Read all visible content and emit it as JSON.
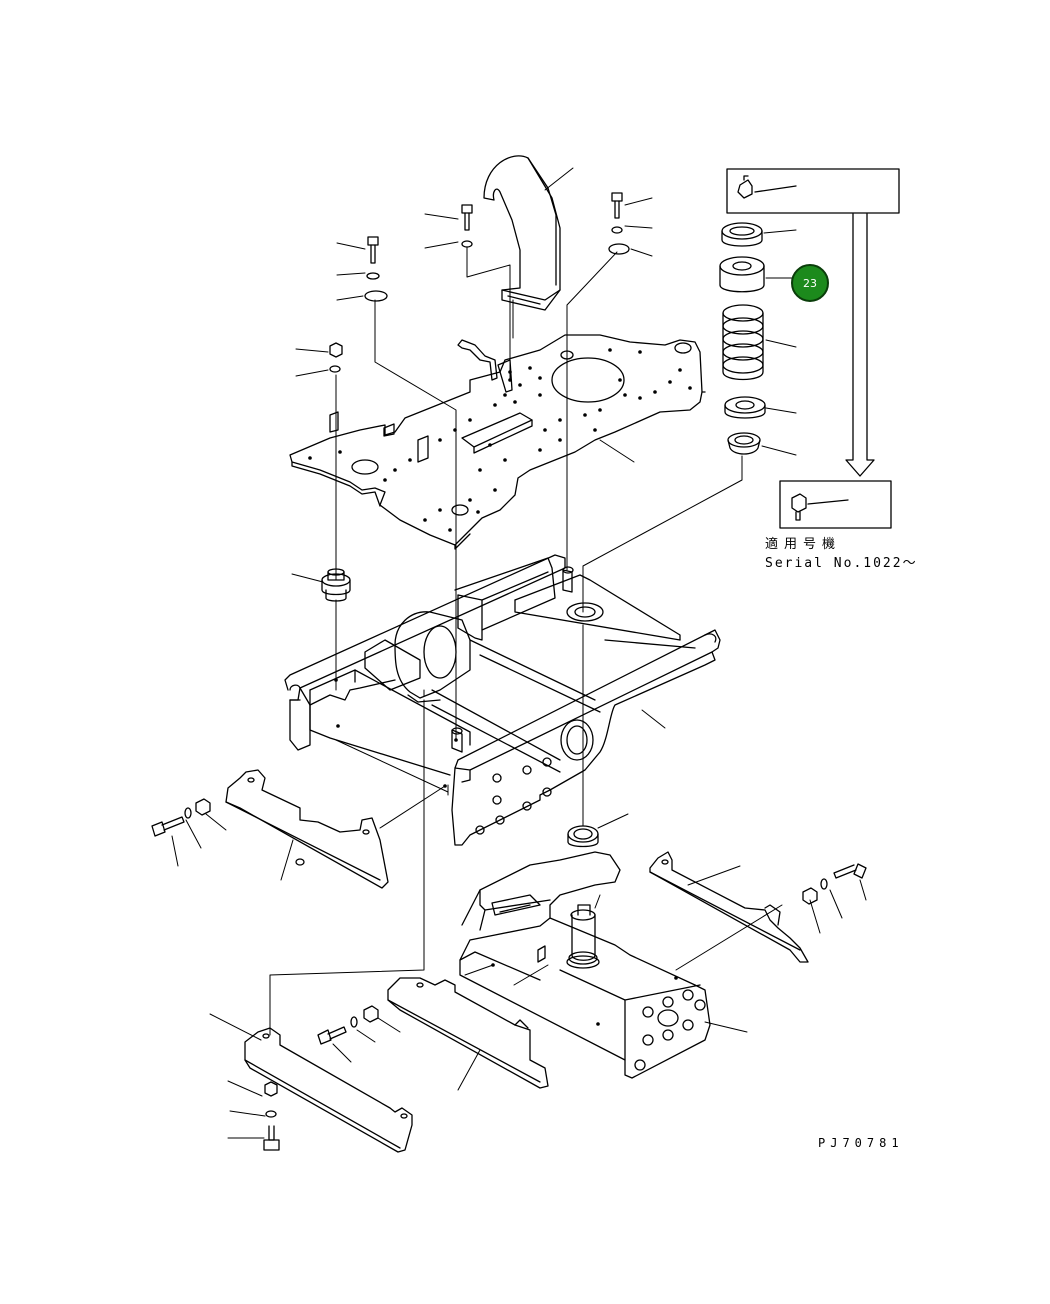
{
  "diagram": {
    "callout_number": "23",
    "serial_jp": "適用号機",
    "serial_text": "Serial No.1022～",
    "drawing_code": "PJ70781",
    "line_color": "#000000",
    "callout_color": "#1c8a1c"
  }
}
